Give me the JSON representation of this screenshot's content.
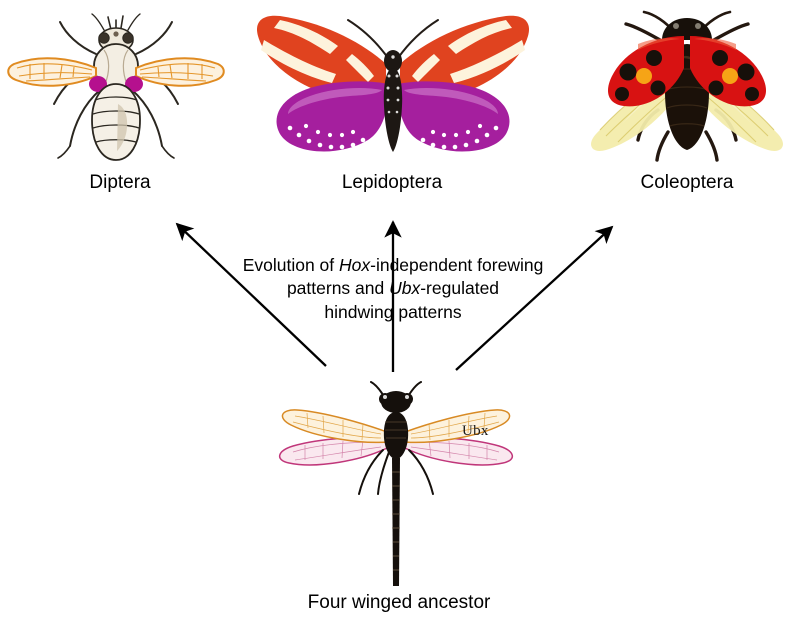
{
  "figure": {
    "title": "Evolution of Hox-independent forewing patterns and Ubx-regulated hindwing patterns",
    "taxa": [
      {
        "label": "Diptera",
        "icon": "fly-illustration"
      },
      {
        "label": "Lepidoptera",
        "icon": "butterfly-illustration"
      },
      {
        "label": "Coleoptera",
        "icon": "ladybug-illustration"
      }
    ],
    "annotation": {
      "line1_a": "Evolution of ",
      "line1_gene": "Hox",
      "line1_b": "-independent forewing",
      "line2_a": "patterns and ",
      "line2_gene": "Ubx",
      "line2_b": "-regulated",
      "line3": "hindwing patterns"
    },
    "ancestor": {
      "label": "Four winged ancestor",
      "icon": "dragonfly-illustration",
      "gene_label": "Ubx"
    },
    "colors": {
      "fly_wing": "#e8a33d",
      "fly_haltere": "#b5108e",
      "butterfly_forewing": "#e0431f",
      "butterfly_hindwing": "#a51f9e",
      "butterfly_stripe": "#fdf3dc",
      "beetle_elytra": "#d81212",
      "beetle_spot": "#1a1008",
      "beetle_accent": "#f6a416",
      "beetle_hindwing": "#f2eaa0",
      "dragonfly_forewing": "#e7a63c",
      "dragonfly_hindwing": "#c0367a",
      "arrow": "#000000",
      "text": "#000000"
    }
  }
}
